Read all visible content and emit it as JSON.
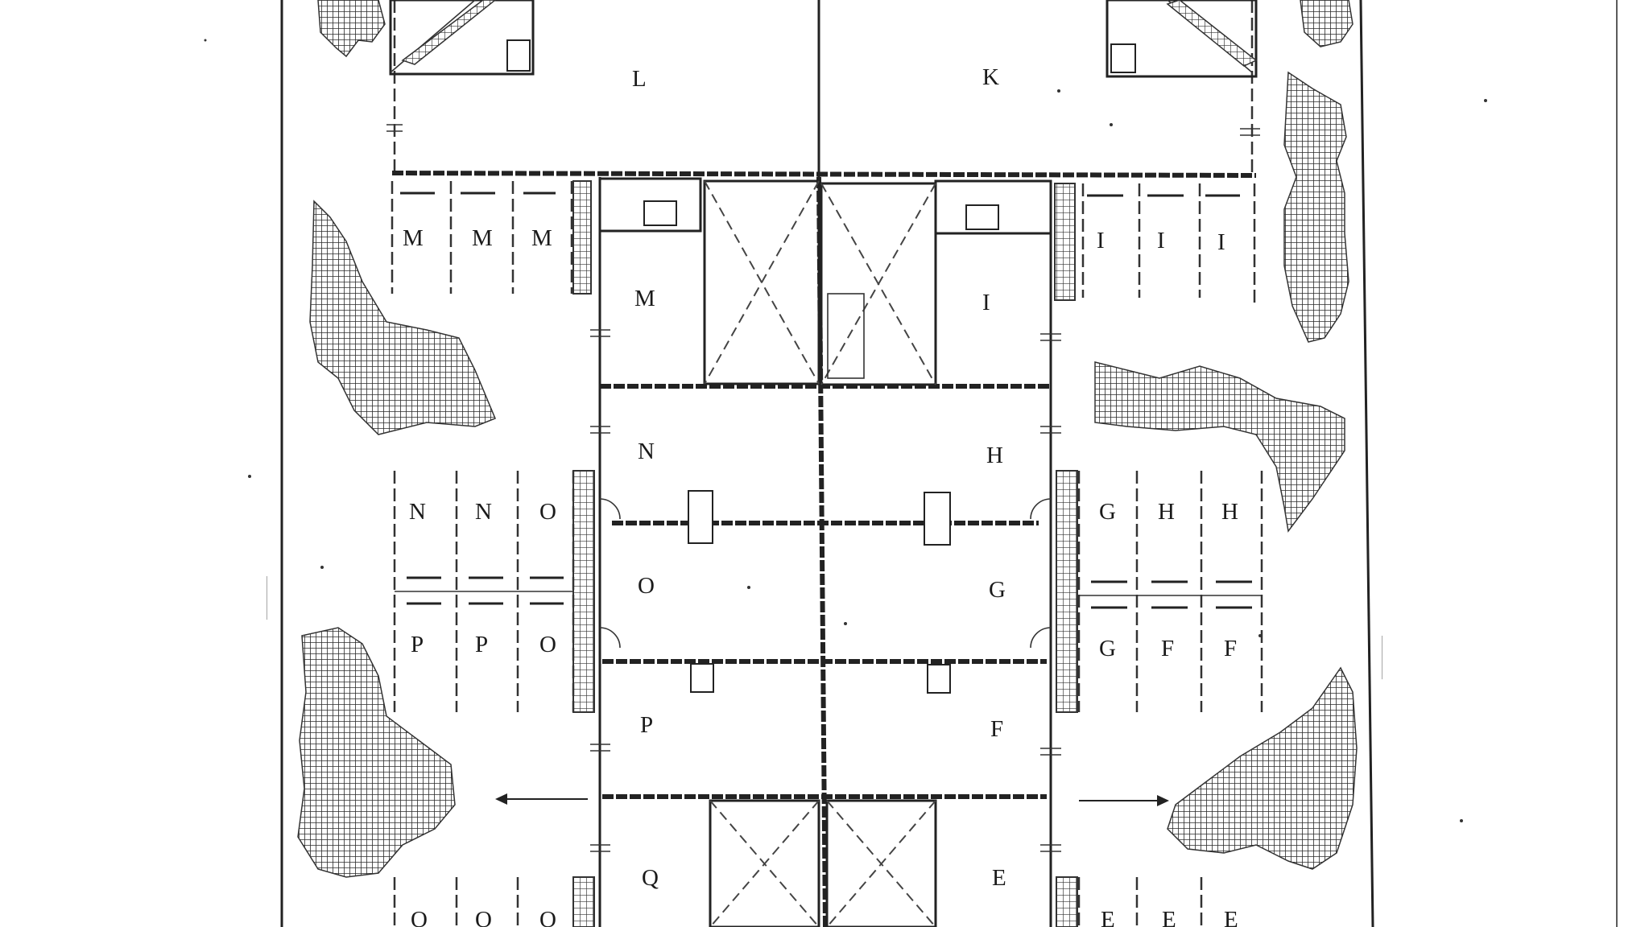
{
  "rooms": {
    "L": "L",
    "K": "K",
    "M1": "M",
    "M2": "M",
    "M3": "M",
    "M4": "M",
    "I1": "I",
    "I2": "I",
    "I3": "I",
    "I4": "I",
    "N1": "N",
    "N2": "N",
    "N3": "N",
    "H1": "H",
    "H2": "H",
    "H3": "H",
    "O1": "O",
    "O2": "O",
    "O3": "O",
    "G1": "G",
    "G2": "G",
    "G3": "G",
    "P1": "P",
    "P2": "P",
    "P3": "P",
    "F1": "F",
    "F2": "F",
    "F3": "F",
    "Q": "Q",
    "E": "E",
    "O4": "O",
    "O5": "O",
    "O6": "O",
    "E1": "E",
    "E2": "E",
    "E3": "E"
  },
  "colors": {
    "ink": "#222222",
    "hatch": "#333333",
    "paper": "#ffffff"
  }
}
